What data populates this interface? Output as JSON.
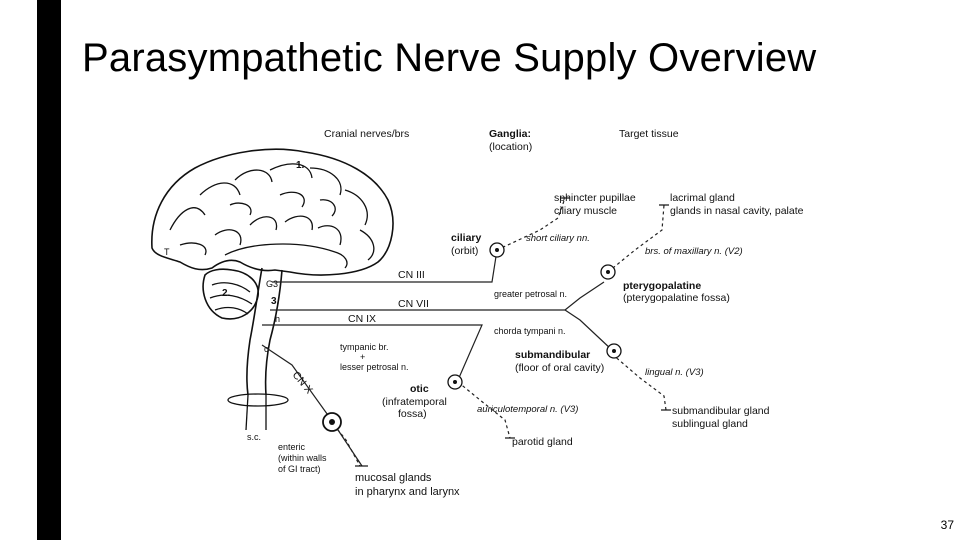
{
  "slide": {
    "title": "Parasympathetic Nerve Supply Overview",
    "page_number": "37"
  },
  "diagram": {
    "headers": {
      "cranial_nerves": "Cranial nerves/brs",
      "ganglia": "Ganglia:",
      "location": "(location)",
      "target": "Target tissue"
    },
    "brain_labels": {
      "n1": "1.",
      "n2": "2.",
      "n3": "3.",
      "g3": "G3",
      "h": "h",
      "c": "c",
      "sc": "s.c.",
      "t": "T"
    },
    "nerves": {
      "cn3": "CN III",
      "cn7": "CN VII",
      "cn9": "CN IX",
      "cn10": "CN X"
    },
    "ganglia": {
      "ciliary": "ciliary",
      "ciliary_loc": "(orbit)",
      "pterygopalatine": "pterygopalatine",
      "pterygopalatine_loc": "(pterygopalatine fossa)",
      "submandibular": "submandibular",
      "submandibular_loc": "(floor of oral cavity)",
      "otic": "otic",
      "otic_loc1": "(infratemporal",
      "otic_loc2": "fossa)"
    },
    "branches": {
      "short_ciliary": "short ciliary nn.",
      "greater_petrosal": "greater petrosal n.",
      "chorda_tympani": "chorda tympani n.",
      "tympanic1": "tympanic br.",
      "tympanic2": "+",
      "tympanic3": "lesser petrosal n.",
      "maxillary": "brs. of maxillary n. (V2)",
      "lingual": "lingual n. (V3)",
      "auriculotemporal": "auriculotemporal n. (V3)"
    },
    "targets": {
      "sphincter": "sphincter pupillae",
      "ciliary_muscle": "ciliary muscle",
      "lacrimal": "lacrimal gland",
      "nasal": "glands in nasal cavity, palate",
      "submand_gland": "submandibular gland",
      "sublingual_gland": "sublingual gland",
      "parotid": "parotid gland",
      "mucosal1": "mucosal glands",
      "mucosal2": "in pharynx and larynx",
      "enteric1": "enteric",
      "enteric2": "(within walls",
      "enteric3": "of GI tract)"
    }
  }
}
